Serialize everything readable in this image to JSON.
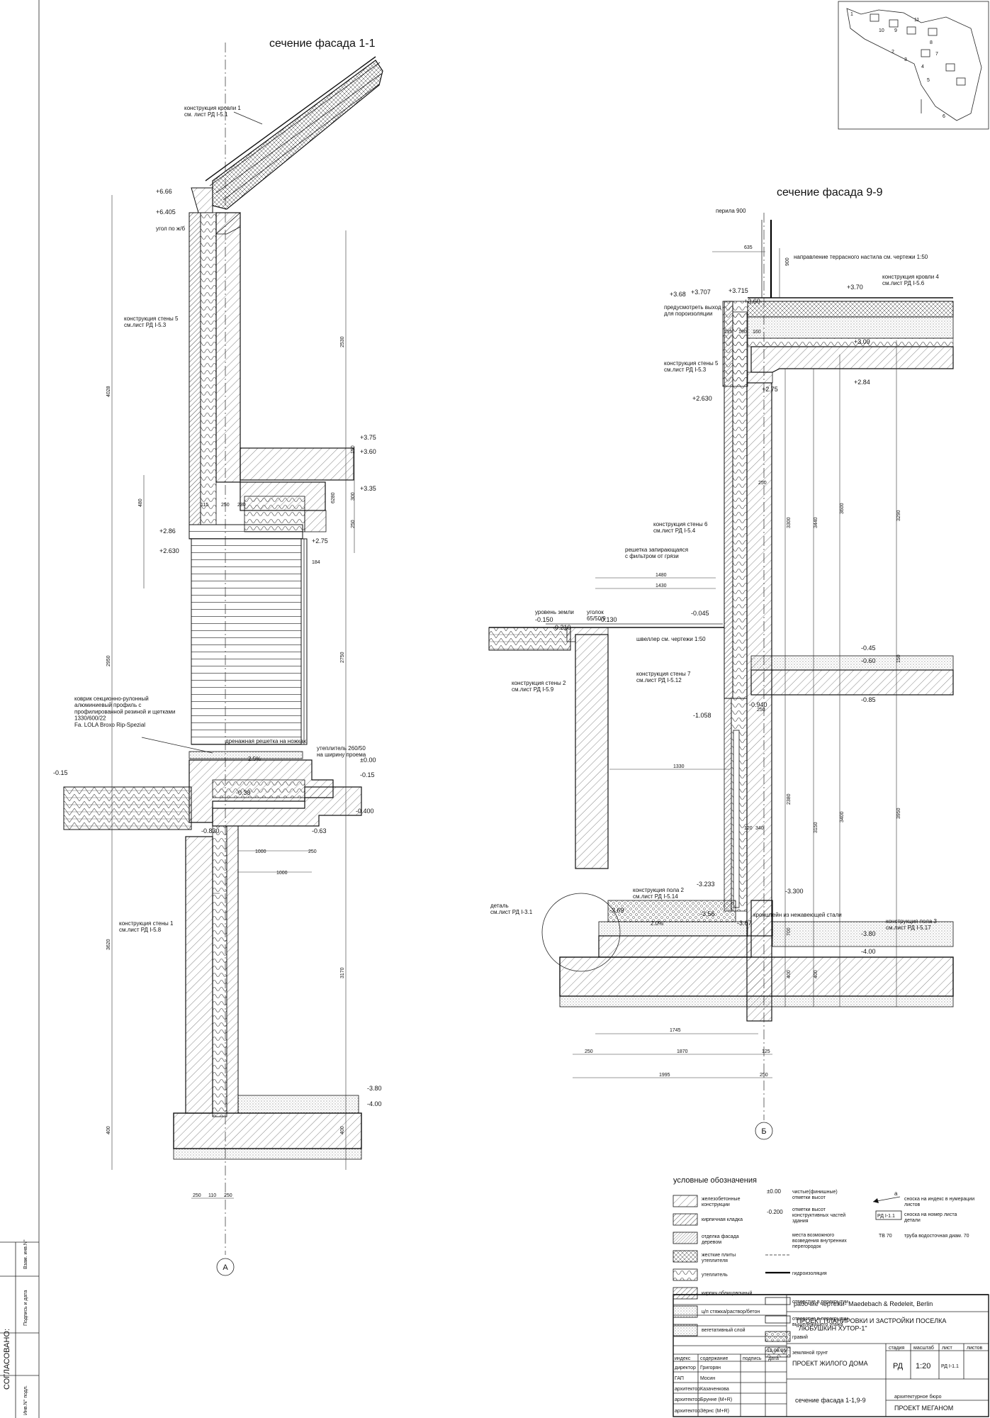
{
  "left_section": {
    "title": "сечение фасада 1-1",
    "axis_mark": "А",
    "elevations": [
      "+6.66",
      "+6.405",
      "+3.75",
      "+3.60",
      "+3.35",
      "+2.86",
      "+2.630",
      "+2.75",
      "±0.00",
      "-0.15",
      "-0.15",
      "-0.38",
      "-0.400",
      "-0.63",
      "-0.830",
      "-3.80",
      "-4.00"
    ],
    "notes": {
      "roof": "конструкция кровли 1\nсм. лист РД I-5.1",
      "wall5": "конструкция стены 5\nсм.лист РД I-5.3",
      "wall1": "конструкция стены 1\nсм.лист РД I-5.8",
      "corner": "угол по ж/б",
      "mat": "коврик секционно-рулонный\nалюминиевый профиль с\nпрофилированной резиной и щетками\n1330/600/22\nFa. LOLA Broxo Rip-Spezial",
      "drain": "дренажная решетка на ножках",
      "insul": "утеплитель 260/50\nна ширину проема",
      "slope": "2.5%"
    },
    "dims": [
      "4028",
      "2530",
      "6280",
      "2750",
      "2950",
      "3620",
      "3170",
      "400",
      "400",
      "480",
      "150",
      "300",
      "250",
      "1000",
      "250",
      "1000",
      "250",
      "110",
      "250",
      "184",
      "115",
      "250",
      "230"
    ]
  },
  "right_section": {
    "title": "сечение фасада 9-9",
    "axis_mark": "Б",
    "elevations": [
      "+3.68",
      "+3.707",
      "+3.715",
      "+3.60",
      "+3.70",
      "+3.09",
      "+2.75",
      "+2.630",
      "+2.84",
      "-0.150",
      "-0.210",
      "-0.130",
      "-0.045",
      "-0.45",
      "-0.60",
      "-0.85",
      "-0.940",
      "-1.058",
      "-3.233",
      "-3.69",
      "-3.56",
      "-3.67",
      "-3.300",
      "-3.80",
      "-4.00"
    ],
    "notes": {
      "railing": "перила 900",
      "deck": "направление террасного настила см. чертежи 1:50",
      "roof4": "конструкция кровли 4\nсм.лист РД I-5.6",
      "vapor": "предусмотреть выход\nдля пороизоляции",
      "wall5": "конструкция стены 5\nсм.лист РД I-5.3",
      "wall6": "конструкция стены 6\nсм.лист РД I-5.4",
      "grate": "решетка запирающаяся\nс фильтром от грязи",
      "ground": "уровень земли",
      "angle": "уголок\n65/50/9",
      "channel": "швеллер см. чертежи 1:50",
      "wall2": "конструкция стены 2\nсм.лист РД I-5.9",
      "wall7": "конструкция стены 7\nсм.лист РД I-5.12",
      "floor2": "конструкция пола 2\nсм.лист РД I-5.14",
      "detail": "деталь\nсм.лист РД I-3.1",
      "bracket": "кронштейн из нежавеющей стали",
      "floor3": "конструкция пола 3\nсм.лист РД I-5.17",
      "slope": "2.0%"
    },
    "dims": [
      "635",
      "900",
      "1480",
      "1430",
      "1330",
      "3300",
      "3440",
      "3600",
      "3290",
      "2380",
      "3150",
      "3400",
      "3950",
      "1745",
      "250",
      "1870",
      "125",
      "1995",
      "250",
      "700",
      "400",
      "400",
      "150",
      "250",
      "120",
      "340",
      "250",
      "115",
      "160",
      "160"
    ]
  },
  "legend": {
    "title": "условные обозначения",
    "col1": [
      "железобетонные\nконструкции",
      "кирпичная кладка",
      "отделка фасада\nдеревом",
      "жесткие плиты\nутеплителя",
      "утеплитель",
      "кирпич облицовочный",
      "ц/п стяжка/раствор/бетон",
      "вегетативный слой"
    ],
    "col2_marks": [
      "±0.00",
      "-0.200"
    ],
    "col2": [
      "чистые(финишные)\nотметки высот",
      "отметки высот\nконструктивных частей\nздания",
      "места возможного\nвозведения внутренних\nперегородок",
      "гидроизоляция",
      "отверстие в перекрытии",
      "отверстие в перекрытии\nвышележащего этажа",
      "гравий",
      "земляной грунт"
    ],
    "col3_marks": [
      "а",
      "РД I-1.1",
      "ТВ 70"
    ],
    "col3": [
      "сноска на индекс в нумерации\nлистов",
      "сноска на номер листа\nдетали",
      "труба водосточная диам. 70"
    ]
  },
  "side_strip": {
    "approved": "СОГЛАСОВАНО:",
    "fields": [
      "Взам. инв.N°",
      "Подпись и дата",
      "Инв.N° подл."
    ]
  },
  "title_block": {
    "office": "рабочие чертежи- Maedebach & Redeleit, Berlin",
    "project": "ПРОЕКТ ПЛАНИРОВКИ И ЗАСТРОЙКИ ПОСЕЛКА\n\"ЛЮБУШКИН ХУТОР-1\"",
    "date": "12.08.05",
    "headers": [
      "индекс",
      "содержание",
      "подпись",
      "дата"
    ],
    "people": [
      {
        "role": "директор",
        "name": "Григорян"
      },
      {
        "role": "ГАП",
        "name": "Мосин"
      },
      {
        "role": "архитектор",
        "name": "Казаченкова"
      },
      {
        "role": "архитектор",
        "name": "Брунне (M+R)"
      },
      {
        "role": "архитектор",
        "name": "Зёрнс (M+R)"
      }
    ],
    "object": "ПРОЕКТ ЖИЛОГО ДОМА",
    "stage_headers": [
      "стадия",
      "масштаб",
      "лист",
      "листов"
    ],
    "stage": "РД",
    "scale": "1:20",
    "sheet": "РД I-1.1",
    "drawing_name": "сечение фасада 1-1,9-9",
    "bureau_small": "архитектурное бюро",
    "bureau": "ПРОЕКТ МЕГАНОМ"
  },
  "keyplan": {
    "labels": [
      "1",
      "2",
      "3",
      "4",
      "5",
      "6",
      "7",
      "8",
      "9",
      "10",
      "11"
    ]
  }
}
